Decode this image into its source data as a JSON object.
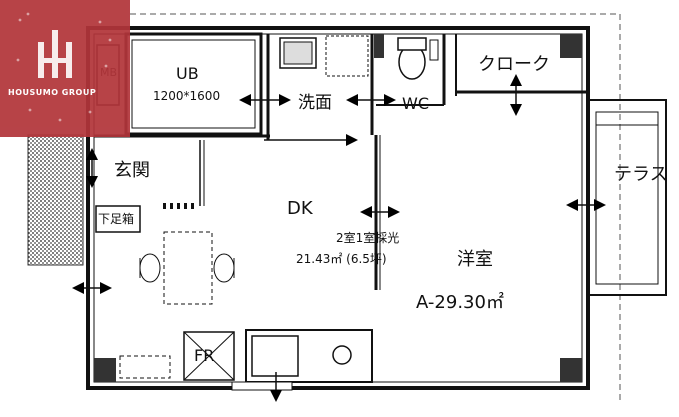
{
  "labels": {
    "ub": "UB",
    "ub_size": "1200*1600",
    "mb": "MB",
    "senmen": "洗面",
    "wc": "WC",
    "cloak": "クローク",
    "genkan": "玄関",
    "terrace": "テラス",
    "dk": "DK",
    "shitabako": "下足箱",
    "saikou": "2室1室採光",
    "area_total": "21.43㎡ (6.5坪)",
    "youshitsu": "洋室",
    "area_room": "A-29.30㎡",
    "fr": "FR"
  },
  "logo": {
    "brand": "HOUSUMO GROUP",
    "color": "#b2353a"
  }
}
